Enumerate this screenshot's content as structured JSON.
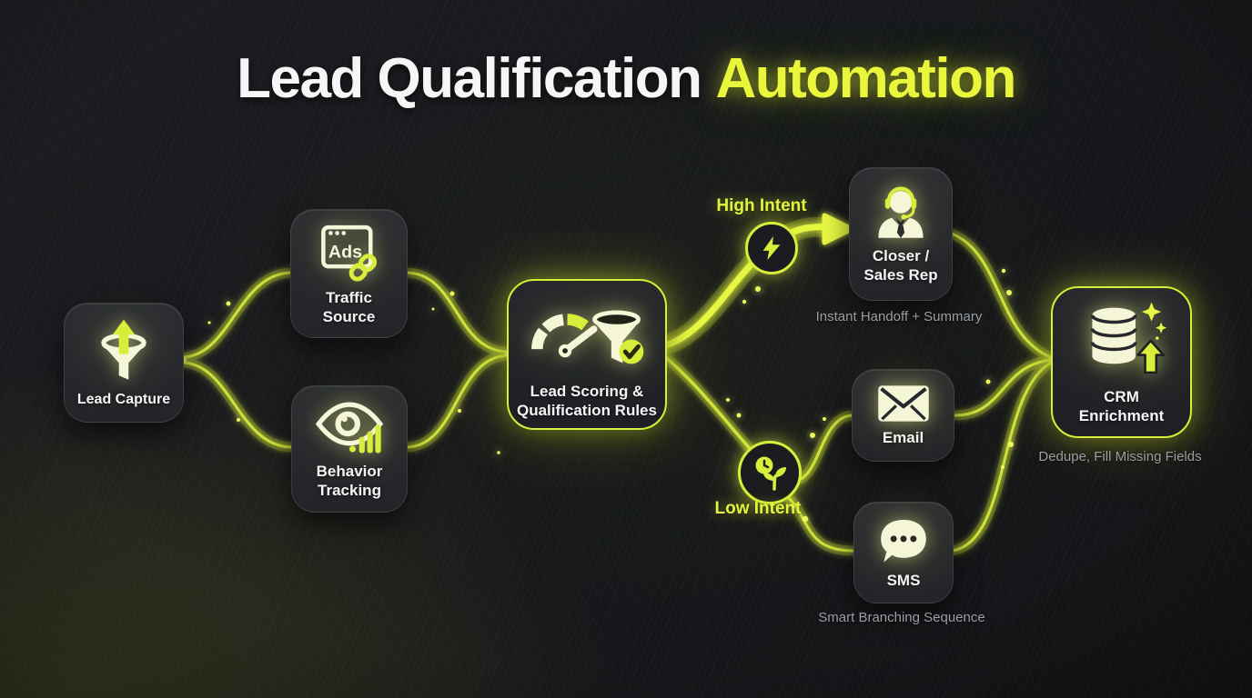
{
  "title": {
    "white": "Lead Qualification",
    "accent": "Automation"
  },
  "colors": {
    "accent": "#d9ee3a",
    "bright_accent": "#e8f743",
    "line": "#cfe23a",
    "title_accent": "#e9f63b",
    "node_background": "#26282c",
    "icon_cream": "#f5f5d8",
    "muted_text": "#9b9ea2",
    "background": "#141619"
  },
  "nodes": {
    "lead_capture": {
      "label": "Lead Capture"
    },
    "traffic_source": {
      "label": "Traffic\nSource",
      "icon_text": "Ads"
    },
    "behavior_tracking": {
      "label": "Behavior\nTracking"
    },
    "lead_scoring": {
      "label": "Lead Scoring &\nQualification Rules"
    },
    "closer": {
      "label": "Closer /\nSales Rep",
      "caption": "Instant Handoff + Summary"
    },
    "email": {
      "label": "Email"
    },
    "sms": {
      "label": "SMS",
      "caption": "Smart Branching Sequence"
    },
    "crm": {
      "label": "CRM\nEnrichment",
      "caption": "Dedupe, Fill Missing Fields"
    }
  },
  "branches": {
    "high": "High Intent",
    "low": "Low Intent"
  },
  "icons": {
    "lead_capture": "funnel-up-arrow-icon",
    "traffic_source": "ads-browser-link-icon",
    "behavior_tracking": "eye-analytics-icon",
    "lead_scoring": "gauge-funnel-check-icon",
    "closer": "headset-agent-icon",
    "email": "envelope-icon",
    "sms": "chat-bubble-icon",
    "crm": "database-sparkle-arrow-icon",
    "high_intent": "lightning-bolt-icon",
    "low_intent": "clock-seedling-icon"
  },
  "edges": [
    {
      "from": "lead_capture",
      "to": "traffic_source"
    },
    {
      "from": "lead_capture",
      "to": "behavior_tracking"
    },
    {
      "from": "traffic_source",
      "to": "lead_scoring"
    },
    {
      "from": "behavior_tracking",
      "to": "lead_scoring"
    },
    {
      "from": "lead_scoring",
      "to": "closer",
      "branch": "High Intent"
    },
    {
      "from": "lead_scoring",
      "to": "email",
      "branch": "Low Intent"
    },
    {
      "from": "lead_scoring",
      "to": "sms",
      "branch": "Low Intent"
    },
    {
      "from": "closer",
      "to": "crm"
    },
    {
      "from": "email",
      "to": "crm"
    },
    {
      "from": "sms",
      "to": "crm"
    }
  ]
}
